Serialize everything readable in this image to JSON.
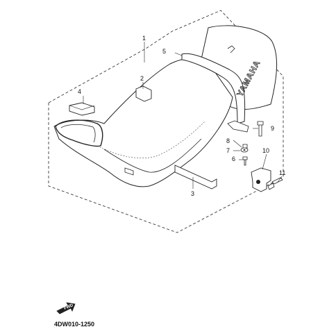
{
  "diagram": {
    "reference_code": "4DW010-1250",
    "seat_brand": "YAMAHA",
    "forward_arrow_label": "FWD",
    "callouts": [
      {
        "id": "1",
        "label": "1"
      },
      {
        "id": "2",
        "label": "2"
      },
      {
        "id": "3",
        "label": "3"
      },
      {
        "id": "4",
        "label": "4"
      },
      {
        "id": "5",
        "label": "5"
      },
      {
        "id": "6",
        "label": "6"
      },
      {
        "id": "7",
        "label": "7"
      },
      {
        "id": "8",
        "label": "8"
      },
      {
        "id": "9",
        "label": "9"
      },
      {
        "id": "10",
        "label": "10"
      },
      {
        "id": "11",
        "label": "11"
      }
    ]
  }
}
